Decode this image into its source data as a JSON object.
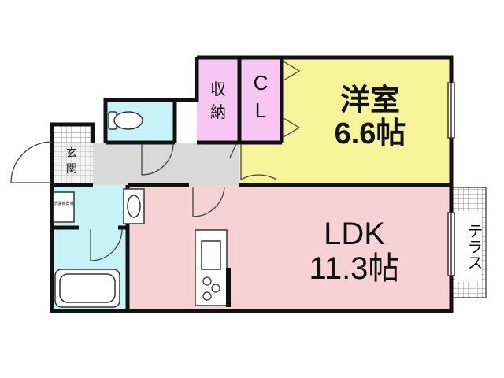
{
  "colors": {
    "wall": "#111111",
    "western_room": "#f7f49a",
    "ldk": "#f7d2d4",
    "storage": "#f7c6f3",
    "wet_area": "#c7f2f7",
    "corridor": "#d9d9d9",
    "terrace_grid": "#8f8f8f",
    "background": "#ffffff"
  },
  "rooms": {
    "western": {
      "name": "洋室",
      "size": "6.6帖"
    },
    "ldk": {
      "name": "LDK",
      "size": "11.3帖"
    },
    "closet": {
      "label_top": "C",
      "label_bottom": "L"
    },
    "storage": {
      "label_top": "収",
      "label_bottom": "納"
    },
    "entrance": {
      "label_top": "玄",
      "label_bottom": "関"
    },
    "terrace": {
      "label": "テラス"
    },
    "washer_pan": {
      "label": "洗濯機置場"
    }
  },
  "icons": [
    "toilet-icon",
    "sink-icon",
    "washer-pan-icon",
    "bathtub-icon",
    "kitchen-counter-icon",
    "stove-icon",
    "door-swing-icon",
    "window-icon"
  ]
}
